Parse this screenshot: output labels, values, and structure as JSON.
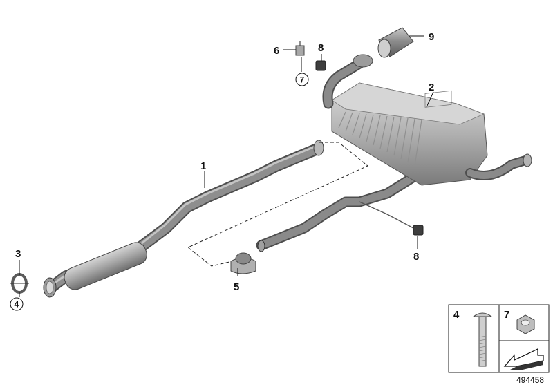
{
  "diagram": {
    "callouts": {
      "p1": "1",
      "p2": "2",
      "p3": "3",
      "p4": "4",
      "p5": "5",
      "p6": "6",
      "p7": "7",
      "p8a": "8",
      "p8b": "8",
      "p9": "9"
    },
    "legend": {
      "item_a": "4",
      "item_b": "7"
    },
    "document_number": "494458"
  },
  "colors": {
    "pipe": "#8c8c8c",
    "pipe_dark": "#5e5e5e",
    "muffler": "#b4b4b4",
    "line": "#111111"
  },
  "icons": [
    "bolt-icon",
    "nut-icon",
    "arrow-icon"
  ]
}
